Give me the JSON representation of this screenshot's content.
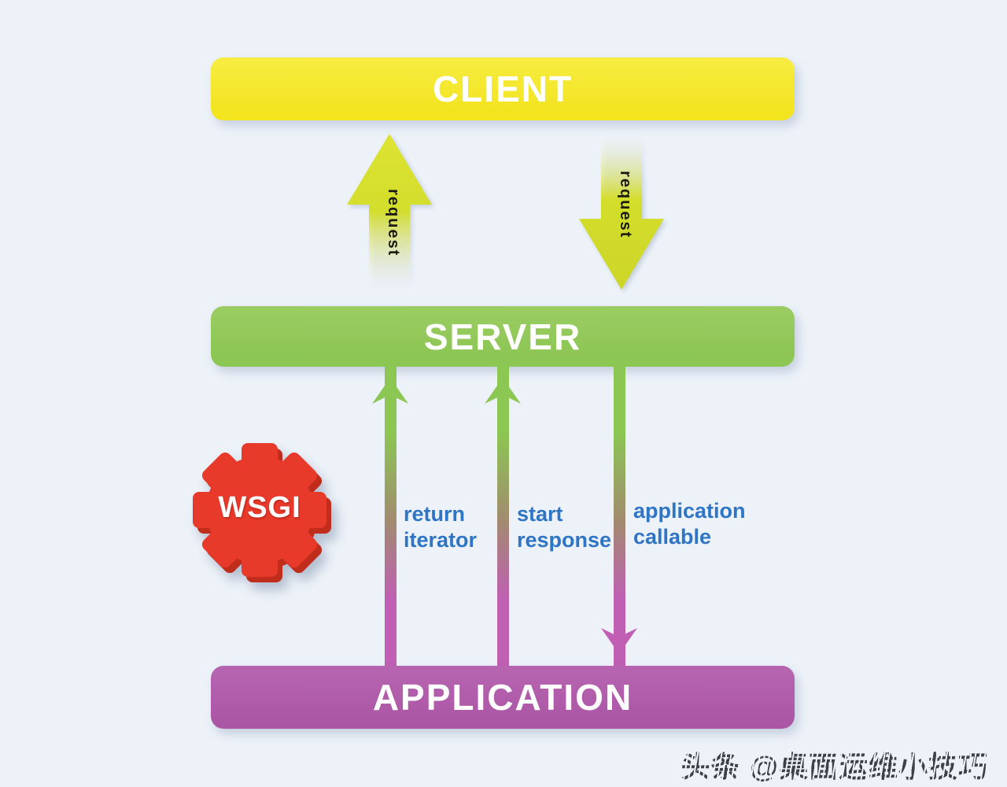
{
  "theme": {
    "background": "#edf2f9",
    "client_yellow": "#f2e41f",
    "client_yellow_light": "#f8ec43",
    "server_green": "#8cc653",
    "server_green_light": "#9bcd64",
    "app_purple": "#ac57a6",
    "app_purple_light": "#b765b1",
    "arrow_chartreuse": "#d4dd2c",
    "line_pink": "#c05fb4",
    "label_blue": "#2e75c5",
    "wsgi_red": "#e83a2b",
    "wsgi_red_dark": "#c12d1c",
    "request_text": "#1c1c12",
    "watermark_gray": "#3c4048"
  },
  "diagram": {
    "client": {
      "label": "CLIENT"
    },
    "server": {
      "label": "SERVER"
    },
    "application": {
      "label": "APPLICATION"
    },
    "wsgi_badge": {
      "label": "WSGI"
    },
    "request_up": {
      "label": "request",
      "direction": "up"
    },
    "request_down": {
      "label": "request",
      "direction": "down"
    },
    "connectors": [
      {
        "label": "return iterator",
        "direction": "up"
      },
      {
        "label": "start response",
        "direction": "up"
      },
      {
        "label": "application callable",
        "direction": "down"
      }
    ]
  },
  "watermark": {
    "text": "头条 @桌面运维小技巧"
  }
}
